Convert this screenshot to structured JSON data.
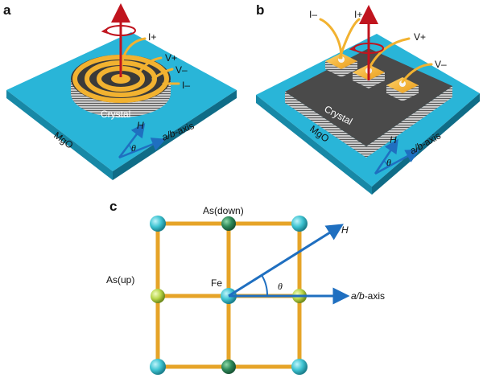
{
  "panels": {
    "a": {
      "label": "a",
      "contacts": [
        "I+",
        "V+",
        "V–",
        "I–"
      ],
      "crystal": "Crystal",
      "substrate": "MgO",
      "field": "H",
      "angle": "θ",
      "axis_prefix": "a/b",
      "axis_suffix": "-axis"
    },
    "b": {
      "label": "b",
      "contacts": [
        "I–",
        "I+",
        "V+",
        "V–"
      ],
      "crystal": "Crystal",
      "substrate": "MgO",
      "field": "H",
      "angle": "θ",
      "axis_prefix": "a/b",
      "axis_suffix": "-axis"
    },
    "c": {
      "label": "c",
      "as_down": "As(down)",
      "as_up": "As(up)",
      "fe": "Fe",
      "field": "H",
      "angle": "θ",
      "axis_prefix": "a/b",
      "axis_suffix": "-axis"
    }
  },
  "colors": {
    "substrate": "#29b5d8",
    "gold": "#f2b230",
    "fe_atom": "#3fc4d2",
    "as_down_atom": "#2e8a5a",
    "as_up_atom": "#b8d64a",
    "arrow_red": "#c0141e",
    "arrow_blue": "#1f6fc0"
  }
}
